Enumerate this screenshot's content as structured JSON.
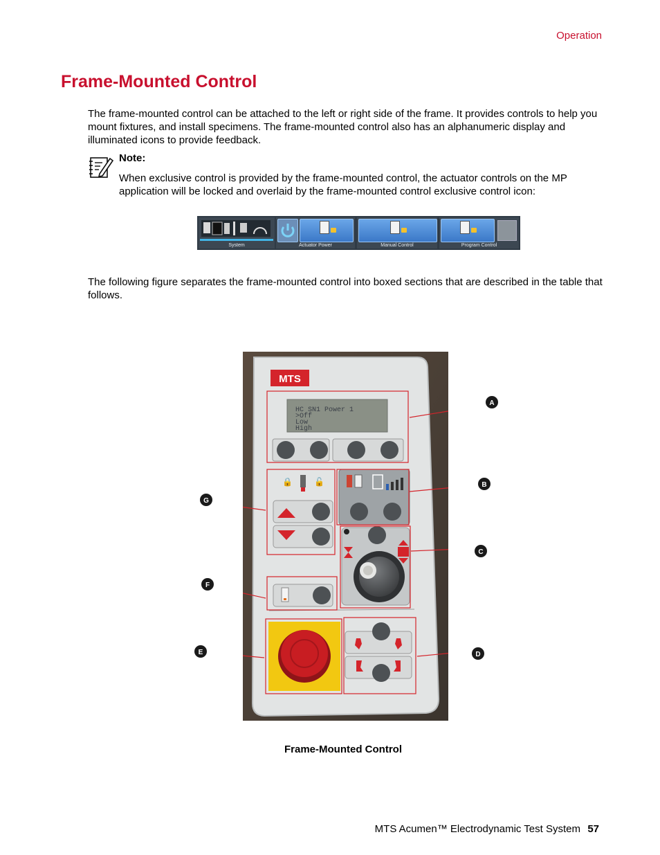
{
  "header": {
    "section": "Operation"
  },
  "page": {
    "title": "Frame-Mounted Control"
  },
  "intro": "The frame-mounted control can be attached to the left or right side of the frame. It provides controls to help you mount fixtures, and install specimens. The frame-mounted control also has an alphanumeric display and illuminated icons to provide feedback.",
  "note": {
    "heading": "Note:",
    "body": "When exclusive control is provided by the frame-mounted control, the actuator controls on the MP application will be locked and overlaid by the frame-mounted control exclusive control icon:",
    "icon": "notepad-pencil-icon"
  },
  "toolbar": {
    "items": [
      "System",
      "Actuator Power",
      "Manual Control",
      "Program Control"
    ]
  },
  "figure_intro": "The following figure separates the frame-mounted control into boxed sections that are described in the table that follows.",
  "figure": {
    "brand": "MTS",
    "display_lines": [
      "HC SN1 Power 1",
      ">Off",
      " Low",
      " High"
    ],
    "callouts": [
      "A",
      "B",
      "C",
      "D",
      "E",
      "F",
      "G"
    ],
    "caption": "Frame-Mounted Control",
    "colors": {
      "box": "#d4242b",
      "callout": "#1a1a1a",
      "panel": "#e4e6e6",
      "estop_yellow": "#f2c811",
      "estop_red": "#c81d22"
    }
  },
  "footer": {
    "title": "MTS Acumen™ Electrodynamic Test System",
    "page_number": "57"
  }
}
